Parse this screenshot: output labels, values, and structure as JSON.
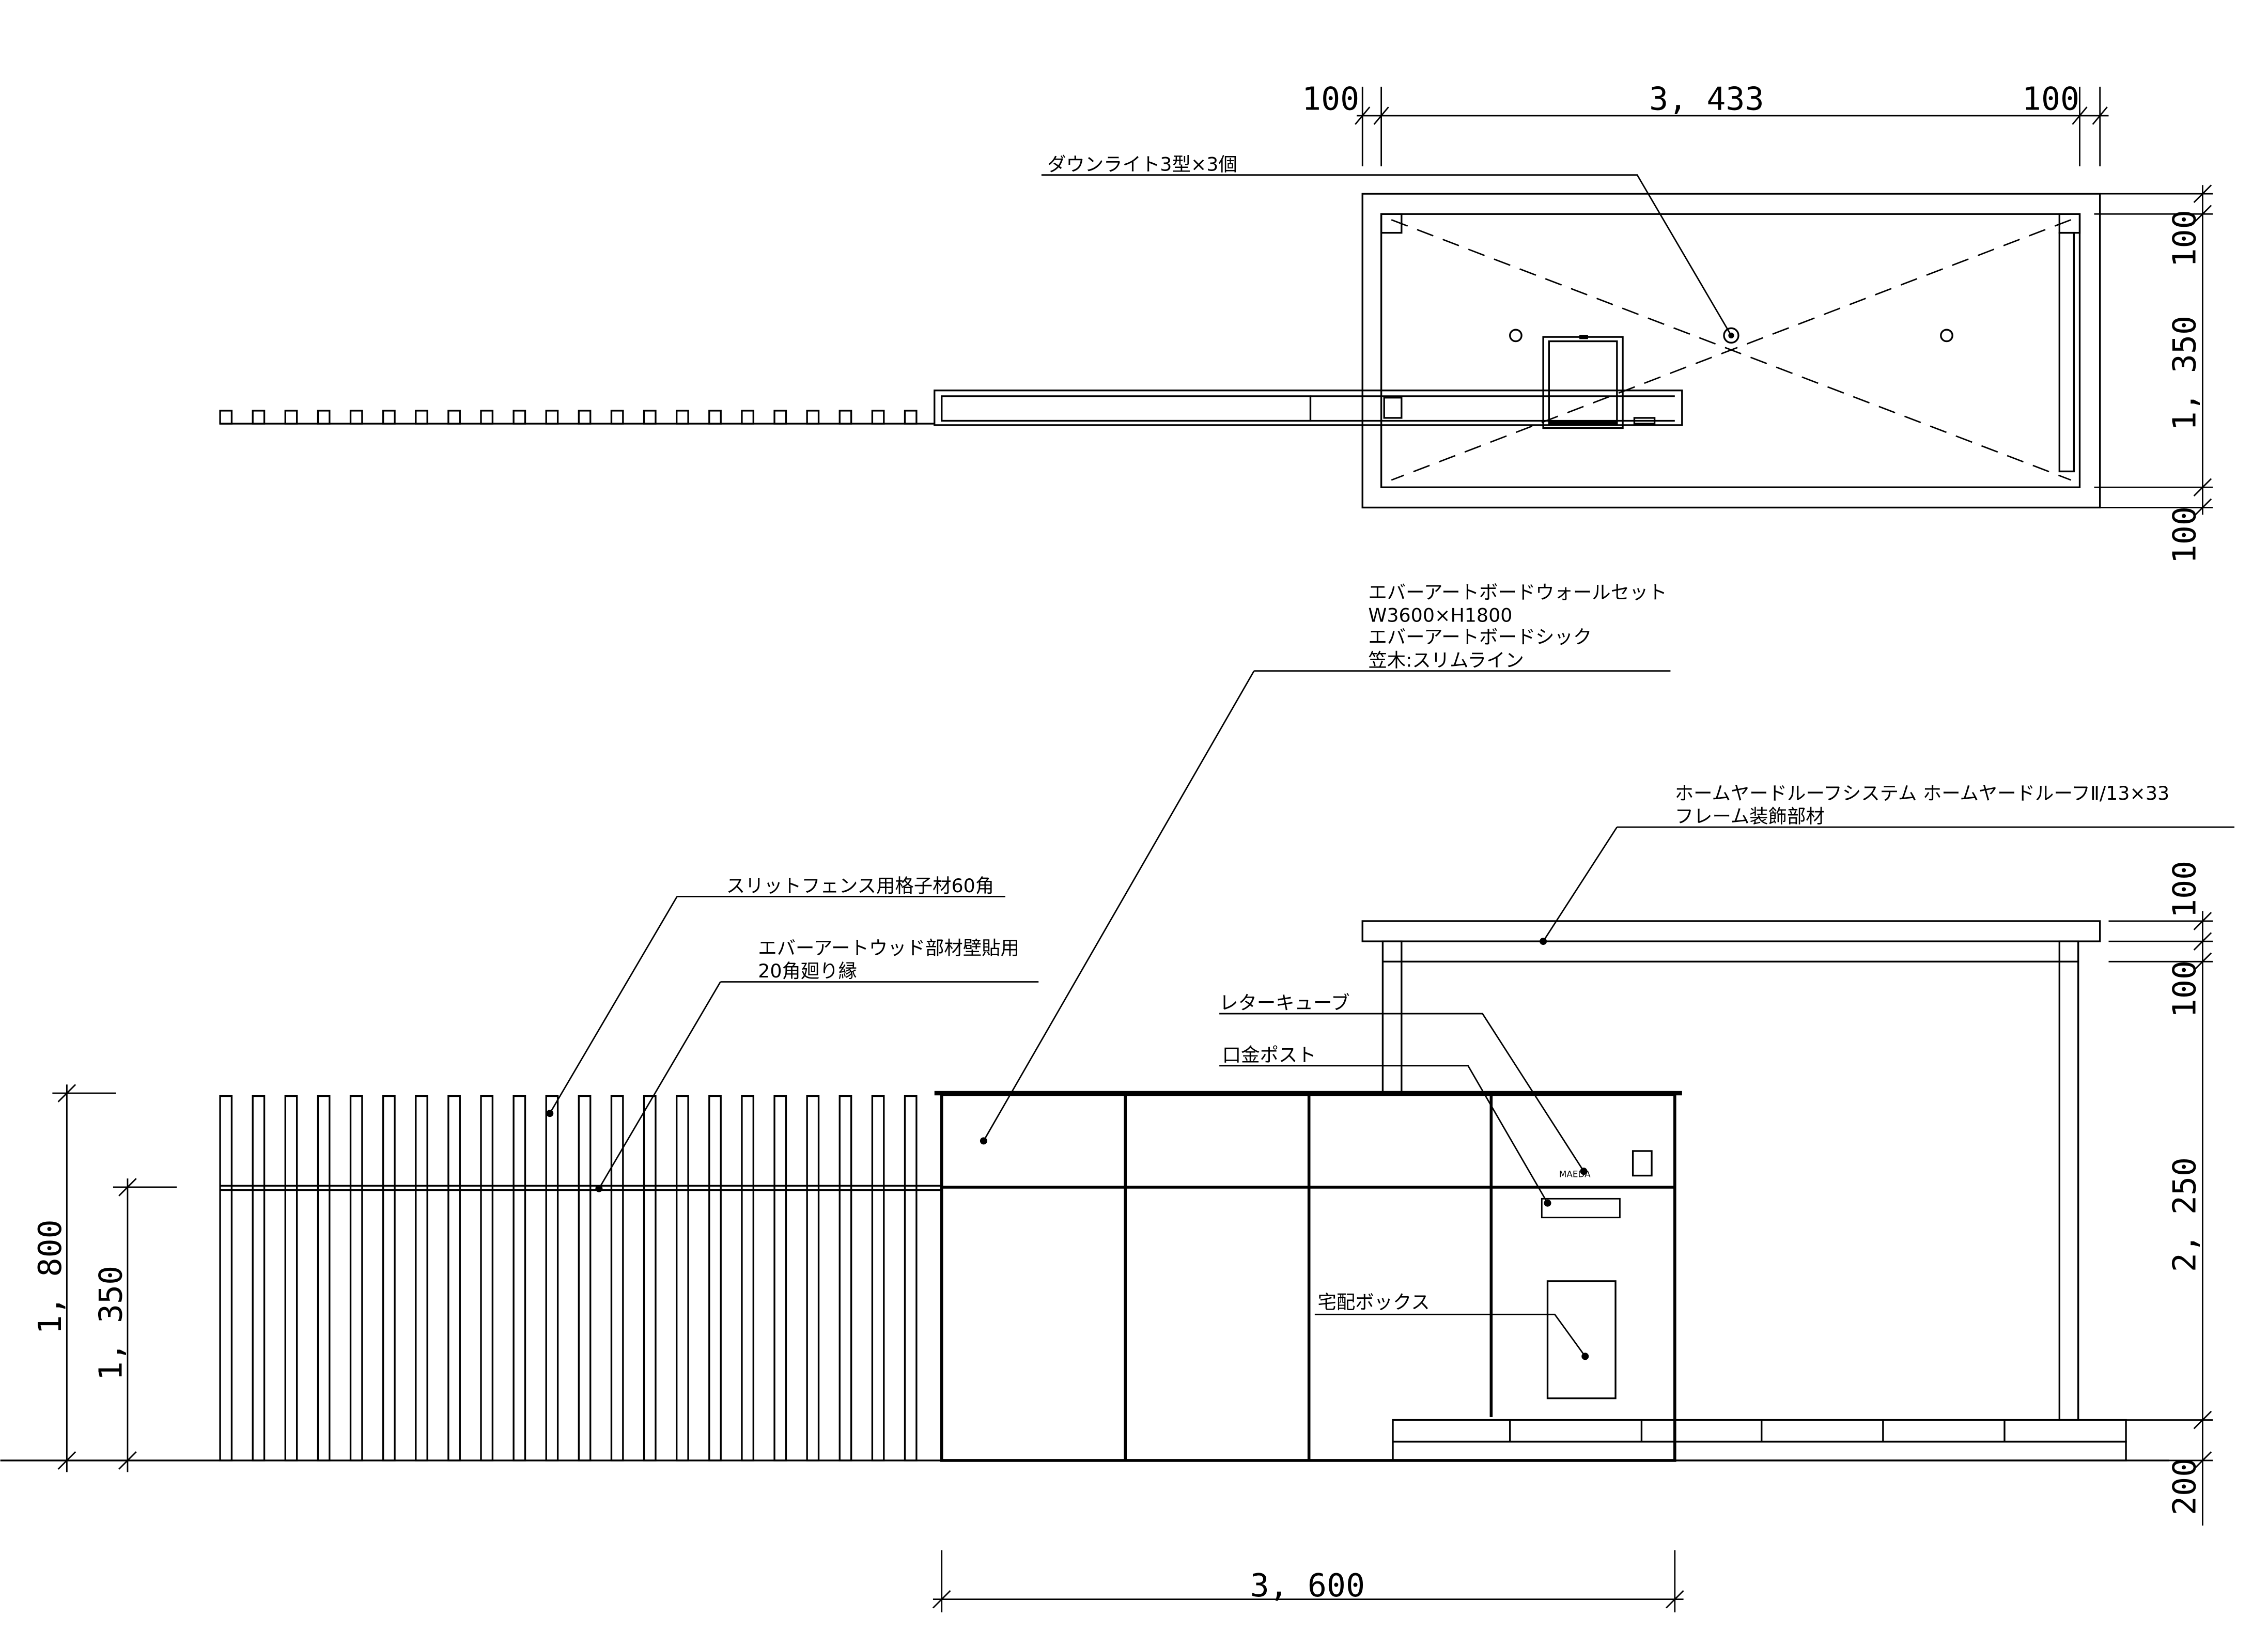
{
  "plan_view": {
    "dims": {
      "top_left": "100",
      "top_middle": "3, 433",
      "top_right": "100",
      "right_top": "100",
      "right_middle": "1, 350",
      "right_bottom": "100"
    },
    "labels": {
      "downlight": "ダウンライト3型×3個"
    }
  },
  "elevation_view": {
    "labels": {
      "wall_set": [
        "エバーアートボードウォールセット",
        "W3600×H1800",
        "エバーアートボードシック",
        "笠木:スリムライン"
      ],
      "roof": [
        "ホームヤードルーフシステム ホームヤードルーフⅡ/13×33",
        "フレーム装飾部材"
      ],
      "slit_fence": "スリットフェンス用格子材60角",
      "wood_member": [
        "エバーアートウッド部材壁貼用",
        "20角廻り縁"
      ],
      "letter_cube": "レターキューブ",
      "clasp_post": "口金ポスト",
      "delivery_box": "宅配ボックス",
      "nameplate": "MAEDA"
    },
    "dims": {
      "left_outer": "1, 800",
      "left_inner": "1, 350",
      "right_100a": "100",
      "right_100b": "100",
      "right_2250": "2, 250",
      "right_200": "200",
      "bottom_3600": "3, 600"
    }
  }
}
